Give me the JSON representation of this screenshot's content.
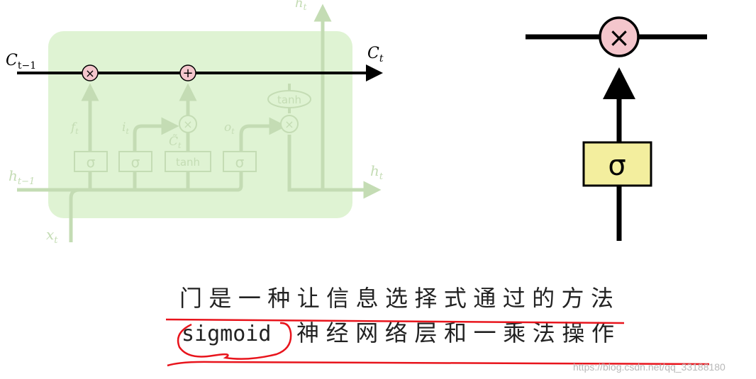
{
  "lstm": {
    "cell_in": "C",
    "cell_in_sub": "t−1",
    "cell_out": "C",
    "cell_out_sub": "t",
    "hidden_in": "h",
    "hidden_in_sub": "t−1",
    "hidden_out": "h",
    "hidden_out_sub": "t",
    "hidden_up": "h",
    "hidden_up_sub": "t",
    "input": "x",
    "input_sub": "t",
    "forget_label": "f",
    "forget_sub": "t",
    "input_gate_label": "i",
    "input_gate_sub": "t",
    "candidate_label": "C̃",
    "candidate_sub": "t",
    "output_gate_label": "o",
    "output_gate_sub": "t",
    "mult_op": "×",
    "add_op": "+",
    "sigma": "σ",
    "tanh": "tanh"
  },
  "gate": {
    "mult_op": "×",
    "sigma": "σ"
  },
  "caption": {
    "line1": "门是一种让信息选择式通过的方法",
    "line2_code": "sigmoid",
    "line2_rest": "神经网络层和一乘法操作"
  },
  "watermark": "https://blog.csdn.net/qq_33188180",
  "colors": {
    "cell_bg": "#dff3d3",
    "pink": "#f4c6cc",
    "yellow": "#f3ee9e",
    "annotation_red": "#e8141c"
  }
}
